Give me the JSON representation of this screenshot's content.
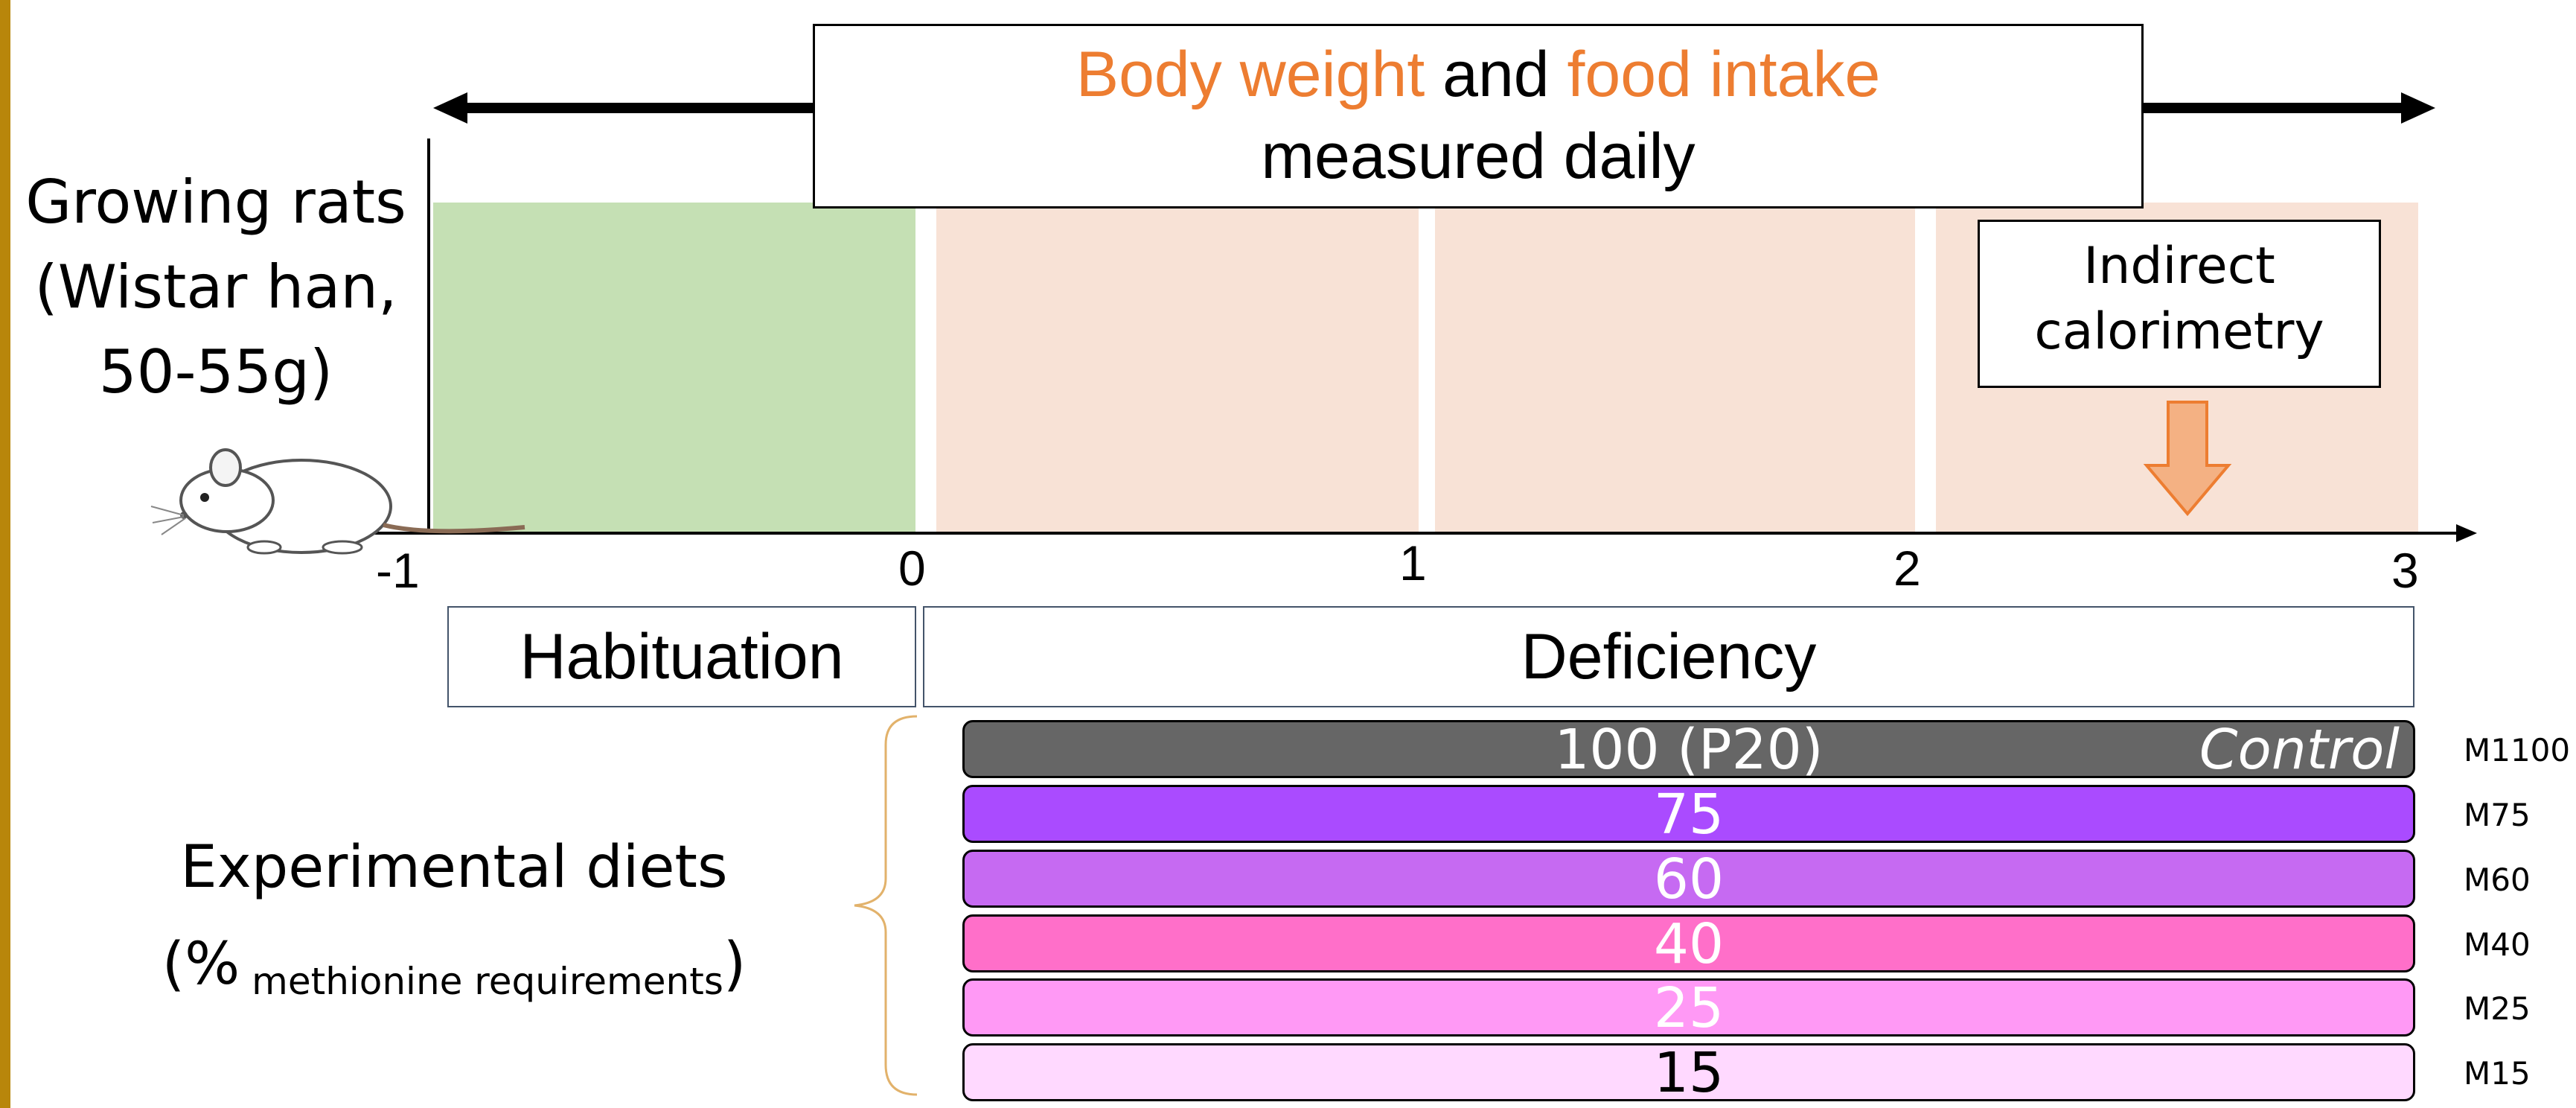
{
  "colors": {
    "habituation_fill": "#c5e0b4",
    "deficiency_fill": "#f8e2d6",
    "highlight_text": "#ed7d31",
    "arrow_fill": "#f4b183",
    "arrow_stroke": "#ed7d31",
    "border_accent": "#b8860b"
  },
  "header": {
    "line1_part1": "Body weight",
    "line1_part2": "and",
    "line1_part3": "food intake",
    "line2": "measured daily"
  },
  "subject": {
    "line1": "Growing rats",
    "line2": "(Wistar han,",
    "line3": "50-55g)",
    "icon": "rat-icon"
  },
  "timeline": {
    "ticks": [
      "-1",
      "0",
      "1",
      "2",
      "3"
    ]
  },
  "calorimetry": {
    "line1": "Indirect",
    "line2": "calorimetry",
    "icon": "down-arrow-icon"
  },
  "phases": {
    "habituation": "Habituation",
    "deficiency": "Deficiency"
  },
  "diets_label": {
    "main": "Experimental diets",
    "open": "(%",
    "sub": " methionine requirements",
    "close": ")"
  },
  "diets": [
    {
      "label": "100 (P20)",
      "note": "Control",
      "code": "M1100",
      "color": "#666666",
      "text_color": "#ffffff"
    },
    {
      "label": "75",
      "note": "",
      "code": "M75",
      "color": "#aa4bff",
      "text_color": "#ffffff"
    },
    {
      "label": "60",
      "note": "",
      "code": "M60",
      "color": "#c66af2",
      "text_color": "#ffffff"
    },
    {
      "label": "40",
      "note": "",
      "code": "M40",
      "color": "#ff6fc9",
      "text_color": "#ffffff"
    },
    {
      "label": "25",
      "note": "",
      "code": "M25",
      "color": "#ff99f5",
      "text_color": "#ffffff"
    },
    {
      "label": "15",
      "note": "",
      "code": "M15",
      "color": "#ffd9ff",
      "text_color": "#000000"
    }
  ]
}
